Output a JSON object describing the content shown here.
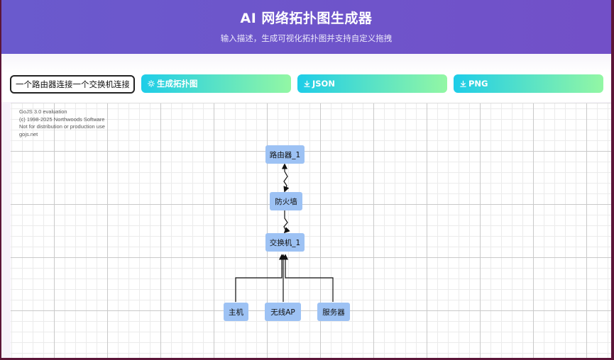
{
  "header": {
    "title": "AI 网络拓扑图生成器",
    "subtitle": "输入描述，生成可视化拓扑图并支持自定义拖拽"
  },
  "toolbar": {
    "description_value": "一个路由器连接一个交换机连接",
    "generate_label": "生成拓扑图",
    "generate_icon": "sparkle-icon",
    "json_label": "JSON",
    "png_label": "PNG",
    "download_icon": "download-icon",
    "button_gradient": [
      "#1ecde8",
      "#93f7a4"
    ]
  },
  "canvas": {
    "watermark": [
      "GoJS 3.0 evaluation",
      "(c) 1998-2025 Northwoods Software",
      "Not for distribution or production use",
      "gojs.net"
    ],
    "nodes": {
      "router": "路由器_1",
      "firewall": "防火墙",
      "switch": "交换机_1",
      "host": "主机",
      "wireless_ap": "无线AP",
      "server": "服务器"
    },
    "node_color": "#9dc2f4"
  },
  "colors": {
    "header_bg": "#6a5acd",
    "page_border": "#5b1538"
  }
}
